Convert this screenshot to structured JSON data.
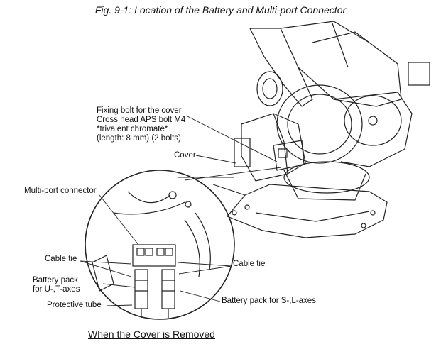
{
  "figure": {
    "title": "Fig. 9-1: Location of the Battery and Multi-port Connector",
    "caption": "When the Cover is Removed"
  },
  "labels": {
    "fixing_bolt": [
      "Fixing bolt for the cover",
      "Cross head APS bolt M4",
      "*trivalent chromate*",
      "(length: 8 mm) (2 bolts)"
    ],
    "cover": "Cover",
    "multi_port_connector": "Multi-port connector",
    "cable_tie_left": "Cable tie",
    "cable_tie_right": "Cable tie",
    "battery_pack_ut": [
      "Battery pack",
      "for U-,T-axes"
    ],
    "protective_tube": "Protective tube",
    "battery_pack_sl": "Battery pack for S-,L-axes"
  }
}
